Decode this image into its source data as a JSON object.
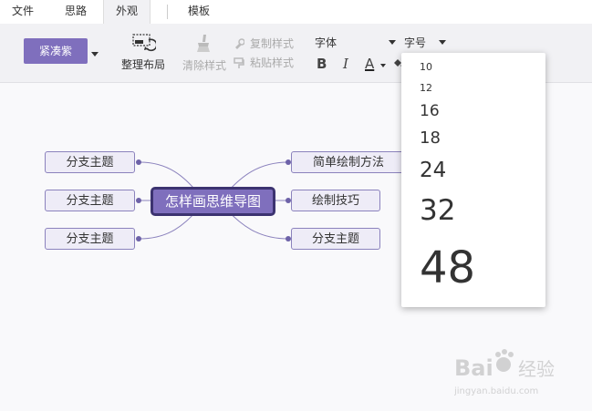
{
  "tabs": [
    {
      "label": "文件"
    },
    {
      "label": "思路"
    },
    {
      "label": "外观"
    },
    {
      "label": "模板"
    }
  ],
  "ribbon": {
    "theme_label": "紧凑紫",
    "layout_label": "整理布局",
    "clear_style_label": "清除样式",
    "copy_style_label": "复制样式",
    "paste_style_label": "粘贴样式",
    "font_label": "字体",
    "font_size_label": "字号",
    "bold_label": "B",
    "italic_label": "I",
    "font_color_label": "A"
  },
  "font_size_options": [
    "10",
    "12",
    "16",
    "18",
    "24",
    "32",
    "48"
  ],
  "mindmap": {
    "root": "怎样画思维导图",
    "left_nodes": [
      "分支主题",
      "分支主题",
      "分支主题"
    ],
    "right_nodes": [
      "简单绘制方法",
      "绘制技巧",
      "分支主题"
    ]
  },
  "watermark": {
    "brand_text": "Bai 经验",
    "url_text": "jingyan.baidu.com"
  },
  "colors": {
    "accent": "#7f6fbd",
    "root_border": "#3c3370",
    "node_fill": "#eeecf7",
    "link": "#8b82bd"
  }
}
